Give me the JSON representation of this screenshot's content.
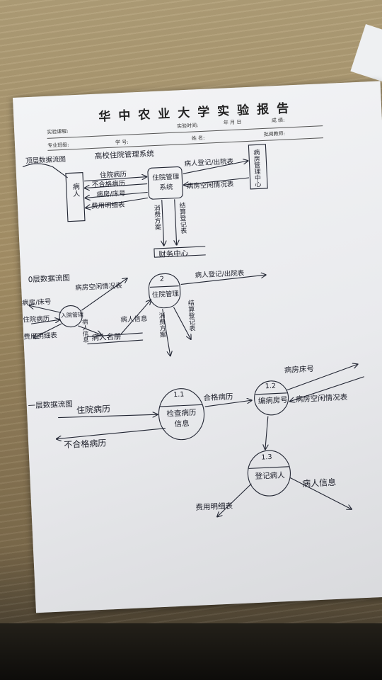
{
  "report": {
    "title": "华中农业大学实验报告",
    "course_label": "实验课程:",
    "time_label": "实验时间:",
    "date_label": "年 月 日",
    "score_label": "成 绩:",
    "class_label": "专业班级:",
    "student_no_label": "学 号:",
    "name_label": "姓 名:",
    "teacher_label": "批阅教师:"
  },
  "context_diagram": {
    "caption": "顶层数据流图",
    "system_title": "高校住院管理系统",
    "patient": "病人",
    "center_process": "住院管理系统",
    "management_center": "病房管理中心",
    "finance_center": "财务中心",
    "flows": {
      "hospital_record": "住院病历",
      "rejected_record": "不合格病历",
      "ward_bed": "病房/床号",
      "fee_detail": "费用明细表",
      "patient_register": "病人登记/出院表",
      "ward_status": "病房空闲情况表",
      "charge_plan": "消费方案",
      "settlement": "结算登记表"
    }
  },
  "level0_diagram": {
    "caption": "0层数据流图",
    "process_number": "2",
    "process_name": "住院管理",
    "left_process": "入院管理",
    "data_store": "病人名册",
    "flows": {
      "ward_status": "病房空闲情况表",
      "ward_bed": "病房/床号",
      "hospital_record": "住院病历",
      "fee_detail": "费用明细表",
      "register": "病人登记/出院表",
      "patient_info": "病人信息",
      "info": "病人信息",
      "charge_plan": "消费方案",
      "settlement": "结算登记表"
    }
  },
  "level1_diagram": {
    "caption": "一层数据流图",
    "p11": {
      "number": "1.1",
      "name": "检查病历信息"
    },
    "p12": {
      "number": "1.2",
      "name": "编病房号"
    },
    "p13": {
      "number": "1.3",
      "name": "登记病人"
    },
    "flows": {
      "hospital_record": "住院病历",
      "rejected_record": "不合格病历",
      "qualified_record": "合格病历",
      "ward_bed": "病房床号",
      "ward_status": "病房空闲情况表",
      "fee_detail": "费用明细表",
      "patient_info": "病人信息"
    }
  }
}
